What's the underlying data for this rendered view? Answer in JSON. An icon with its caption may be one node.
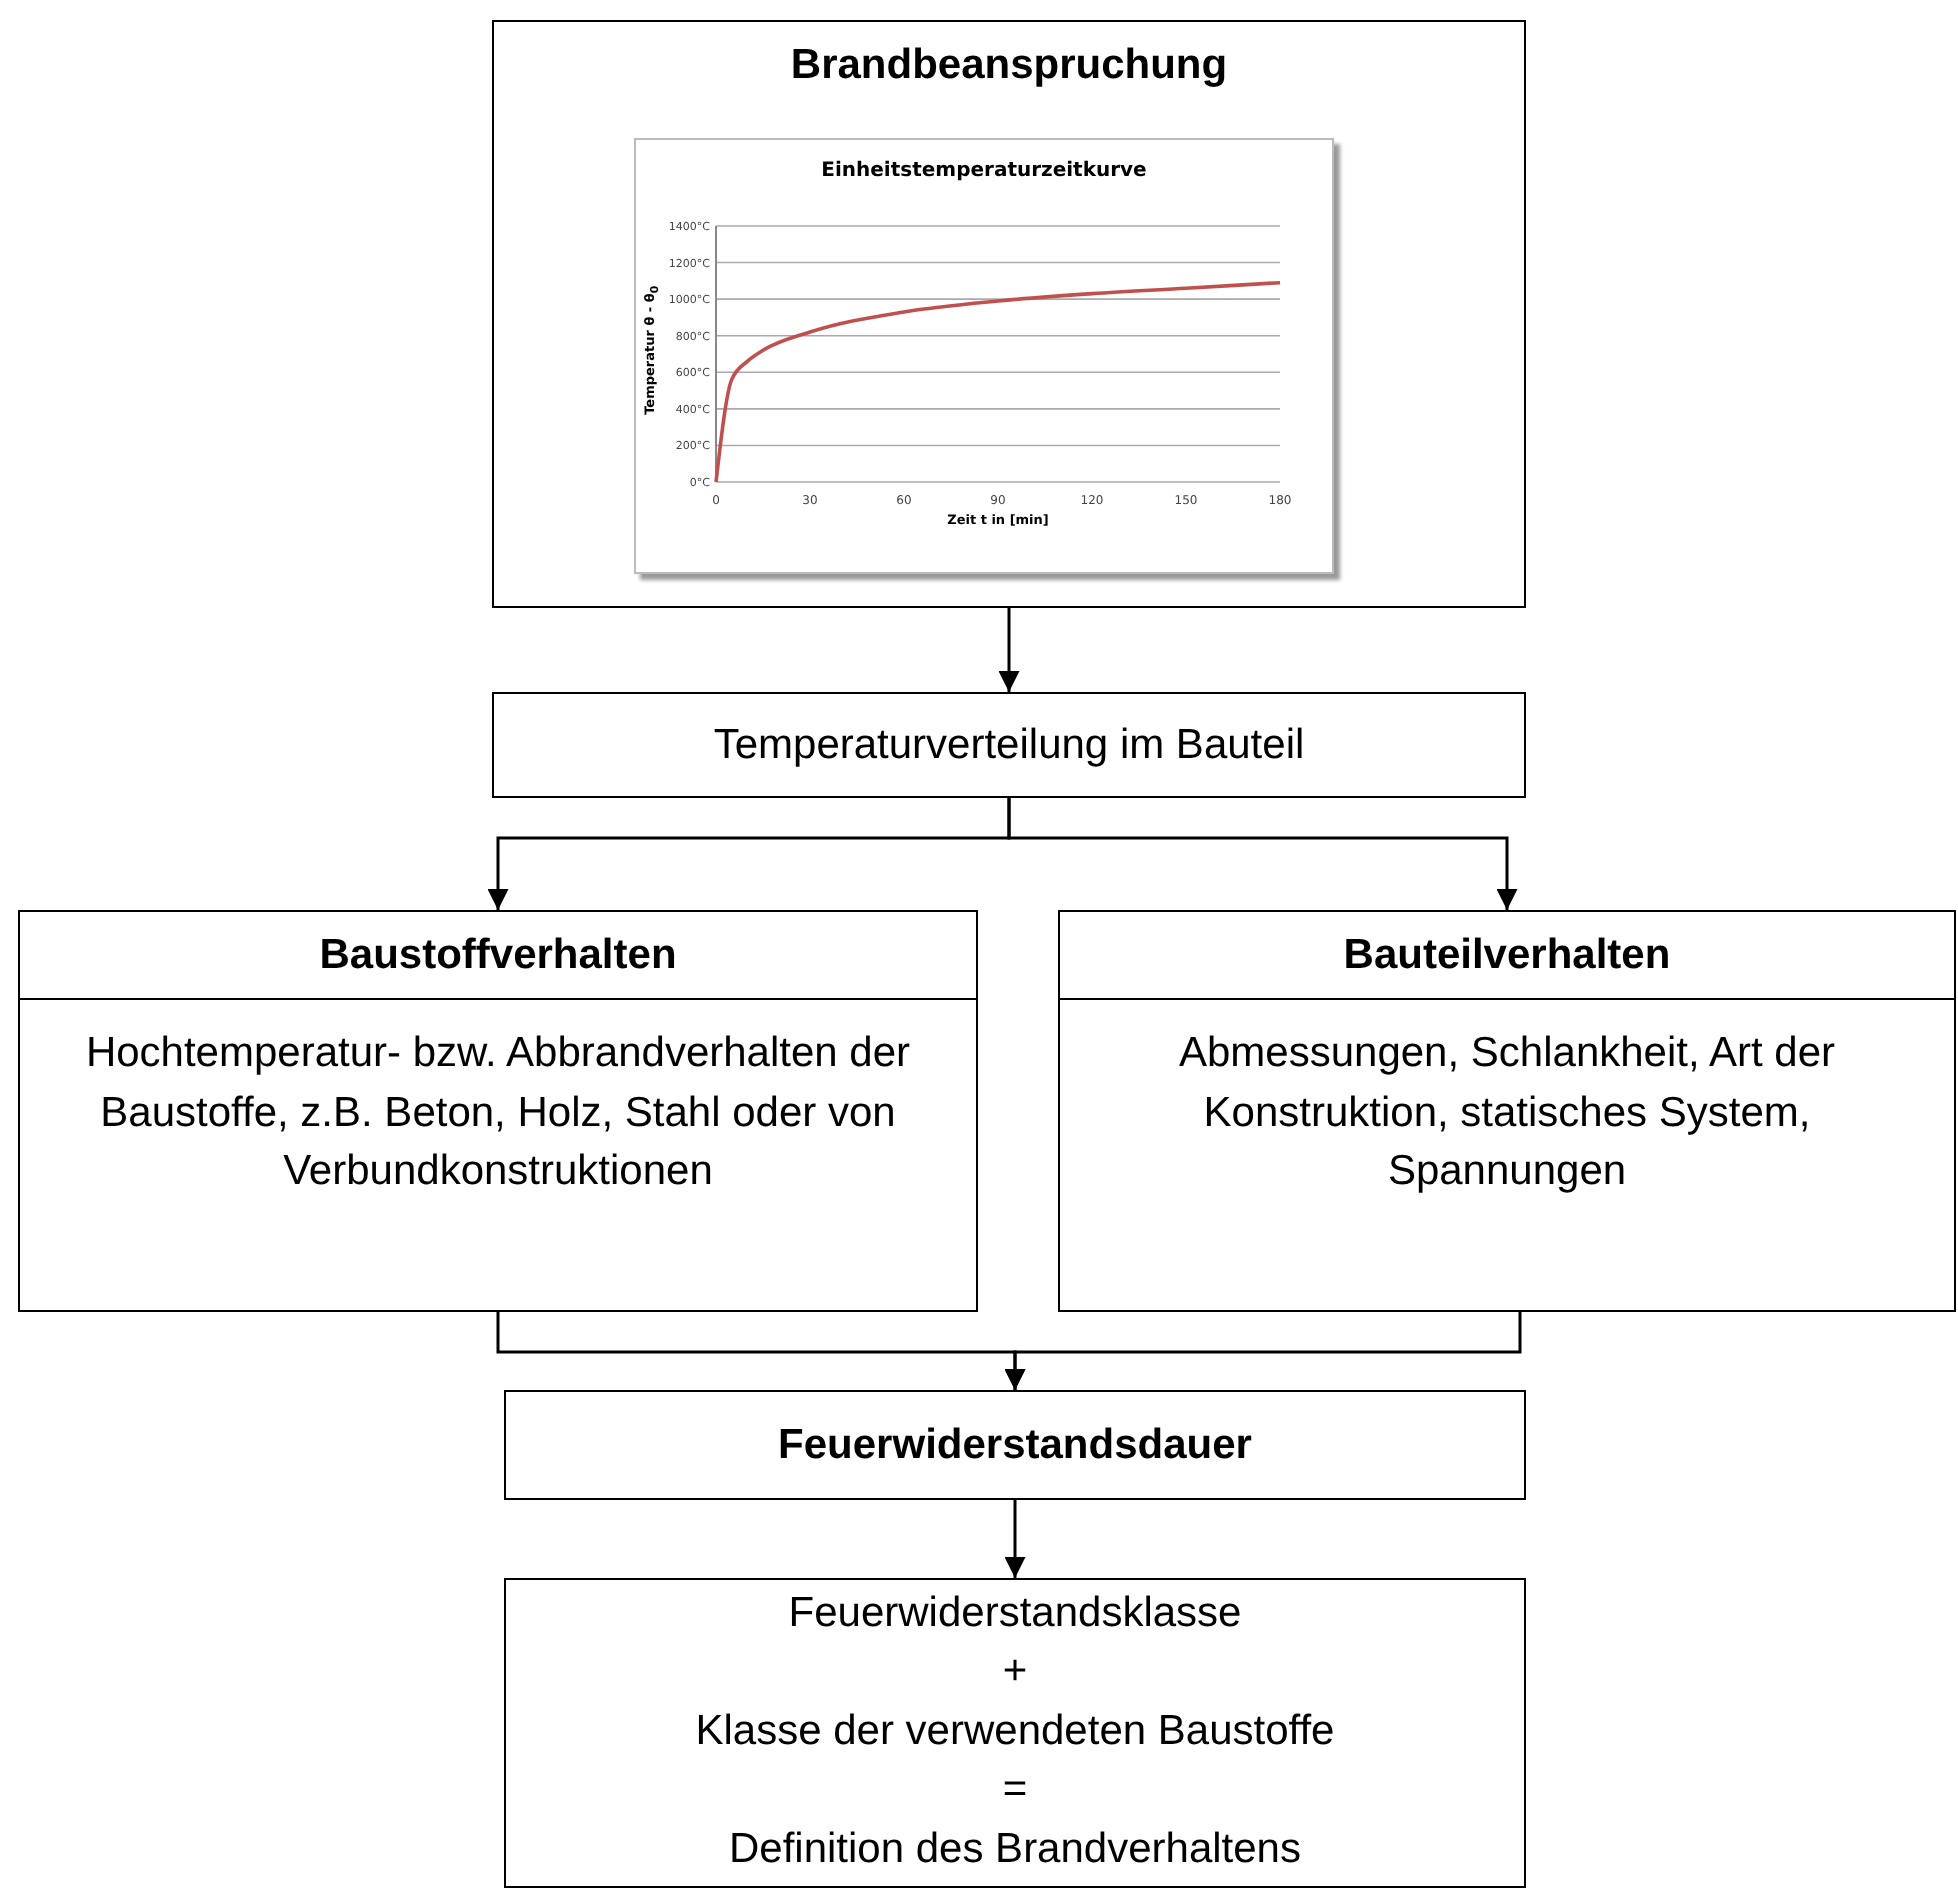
{
  "diagram": {
    "nodes": [
      {
        "text": [
          "Brandbeanspruchung"
        ]
      },
      {
        "text": [
          "Temperaturverteilung im Bauteil"
        ]
      },
      {
        "text": [
          "Baustoffverhalten",
          "Hochtemperatur- bzw. Abbrandverhalten der Baustoffe, z.B. Beton, Holz, Stahl oder von Verbundkonstruktionen"
        ]
      },
      {
        "text": [
          "Bauteilverhalten",
          "Abmessungen, Schlankheit, Art der Konstruktion, statisches System, Spannungen"
        ]
      },
      {
        "text": [
          "Feuerwiderstandsdauer"
        ]
      },
      {
        "text": [
          "Feuerwiderstandsklasse",
          "+",
          "Klasse der verwendeten Baustoffe",
          "=",
          "Definition des Brandverhaltens"
        ]
      }
    ],
    "edges": [
      {
        "from": 0,
        "to": 1,
        "arrow": "to"
      },
      {
        "from": 1,
        "to": 2,
        "arrow": "to"
      },
      {
        "from": 1,
        "to": 3,
        "arrow": "to"
      },
      {
        "from": 2,
        "to": 4,
        "arrow": "to"
      },
      {
        "from": 3,
        "to": 4,
        "arrow": "to"
      },
      {
        "from": 4,
        "to": 5,
        "arrow": "to"
      }
    ],
    "chart_data": {
      "type": "line",
      "title": "Einheitstemperaturzeitkurve",
      "xlabel": "Zeit t in [min]",
      "ylabel": "Temperatur θ - θ$_{0}$",
      "x": [
        0,
        5,
        10,
        15,
        30,
        60,
        90,
        120,
        150,
        180
      ],
      "series": [
        {
          "color": "#c0504d",
          "values": [
            0,
            560,
            660,
            720,
            820,
            930,
            990,
            1030,
            1060,
            1090
          ]
        }
      ],
      "grid": true,
      "xlim": [
        0,
        180
      ],
      "ylim": [
        0,
        1400
      ],
      "xticks": [
        0,
        30,
        60,
        90,
        120,
        150,
        180
      ],
      "yticks": [
        {
          "value": 0,
          "label": "0°C"
        },
        {
          "value": 200,
          "label": "200°C"
        },
        {
          "value": 400,
          "label": "400°C"
        },
        {
          "value": 600,
          "label": "600°C"
        },
        {
          "value": 800,
          "label": "800°C"
        },
        {
          "value": 1000,
          "label": "1000°C"
        },
        {
          "value": 1200,
          "label": "1200°C"
        },
        {
          "value": 1400,
          "label": "1400°C"
        }
      ]
    }
  }
}
